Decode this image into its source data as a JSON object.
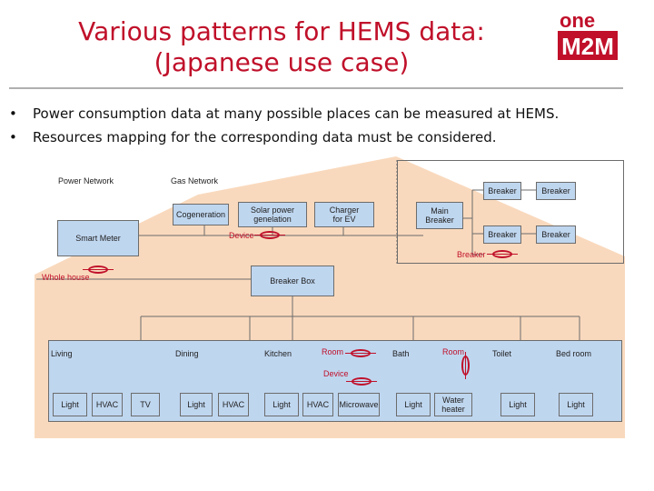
{
  "header": {
    "title_line1": "Various patterns for HEMS data:",
    "title_line2": "(Japanese use case)",
    "logo_top": "one",
    "logo_bottom": "M2M"
  },
  "bullets": [
    "Power consumption data at many possible places can be measured at HEMS.",
    "Resources mapping  for the corresponding  data must be considered."
  ],
  "diagram": {
    "power_network": "Power Network",
    "gas_network": "Gas Network",
    "smart_meter": "Smart Meter",
    "cogeneration": "Cogeneration",
    "solar_line1": "Solar power",
    "solar_line2": "genelation",
    "charger_line1": "Charger",
    "charger_line2": "for EV",
    "device_top": "Device",
    "main_breaker_line1": "Main",
    "main_breaker_line2": "Breaker",
    "breaker": "Breaker",
    "whole_house": "Whole house",
    "breaker_box": "Breaker Box",
    "rooms": {
      "living": "Living",
      "dining": "Dining",
      "kitchen": "Kitchen",
      "room": "Room",
      "bath": "Bath",
      "toilet": "Toilet",
      "bedroom": "Bed room"
    },
    "device_mid": "Device",
    "appliances": {
      "light": "Light",
      "hvac": "HVAC",
      "tv": "TV",
      "microwave": "Microwave",
      "water_line1": "Water",
      "water_line2": "heater"
    }
  },
  "colors": {
    "title": "#c0102a",
    "house_fill": "#f9d9bd",
    "box_fill": "#bfd6ef",
    "sensor": "#c0102a",
    "line": "#6c6c6c"
  }
}
